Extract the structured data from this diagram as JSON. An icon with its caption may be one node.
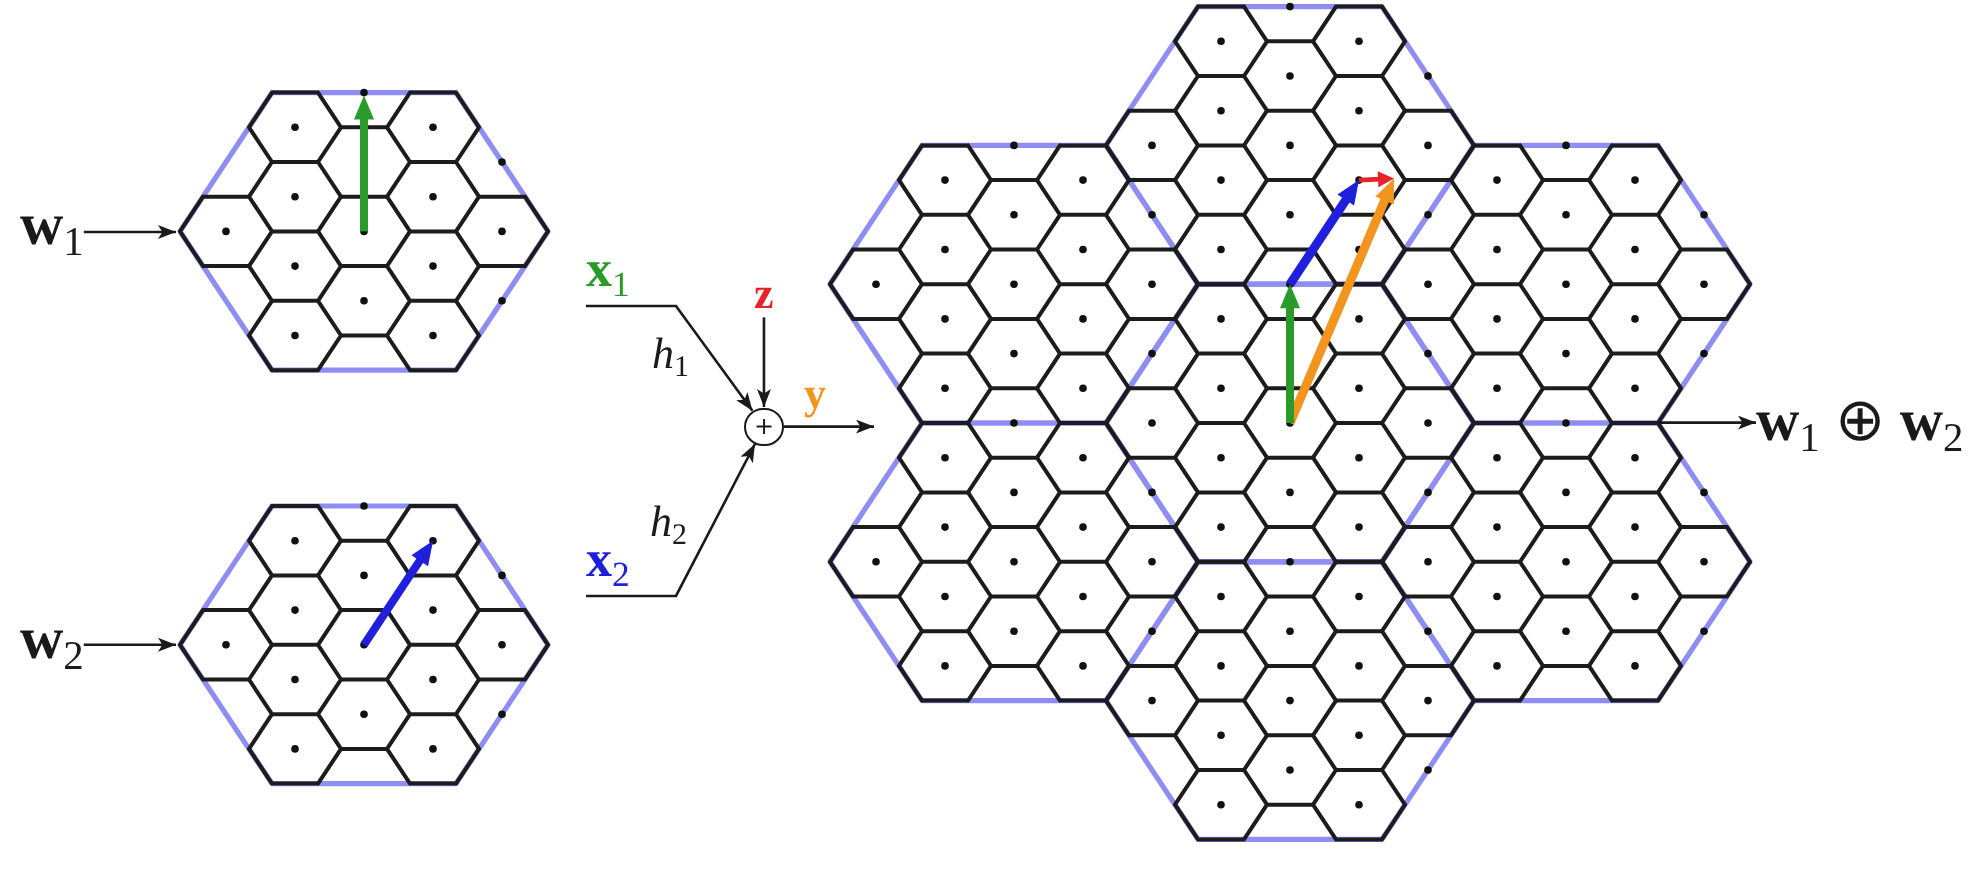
{
  "diagram": {
    "nodes": [
      {
        "text": [
          "**w**$_{1}$"
        ]
      },
      {
        "text": [],
        "shape": "picture"
      },
      {
        "text": [
          "**w**$_{2}$"
        ]
      },
      {
        "text": [],
        "shape": "picture"
      },
      {
        "text": [
          "**x**$_{1}$"
        ]
      },
      {
        "text": [
          "z"
        ]
      },
      {
        "text": [
          "+"
        ]
      },
      {
        "text": [
          "**x**$_{2}$"
        ]
      },
      {
        "text": [],
        "shape": "picture"
      },
      {
        "text": [
          "**w**$_{1}$ ⊕ **w**$_{2}$"
        ]
      }
    ],
    "edges": [
      {
        "from": 0,
        "to": 1,
        "arrow": "to"
      },
      {
        "from": 2,
        "to": 3,
        "arrow": "to"
      },
      {
        "from": 4,
        "to": 6,
        "arrow": "to",
        "label": "*h*$_{1}$"
      },
      {
        "from": 5,
        "to": 6,
        "arrow": "to"
      },
      {
        "from": 7,
        "to": 6,
        "arrow": "to",
        "label": "*h*$_{2}$"
      },
      {
        "from": 6,
        "to": 8,
        "arrow": "to",
        "label": "y"
      },
      {
        "from": 8,
        "to": 9,
        "arrow": "to"
      }
    ]
  }
}
